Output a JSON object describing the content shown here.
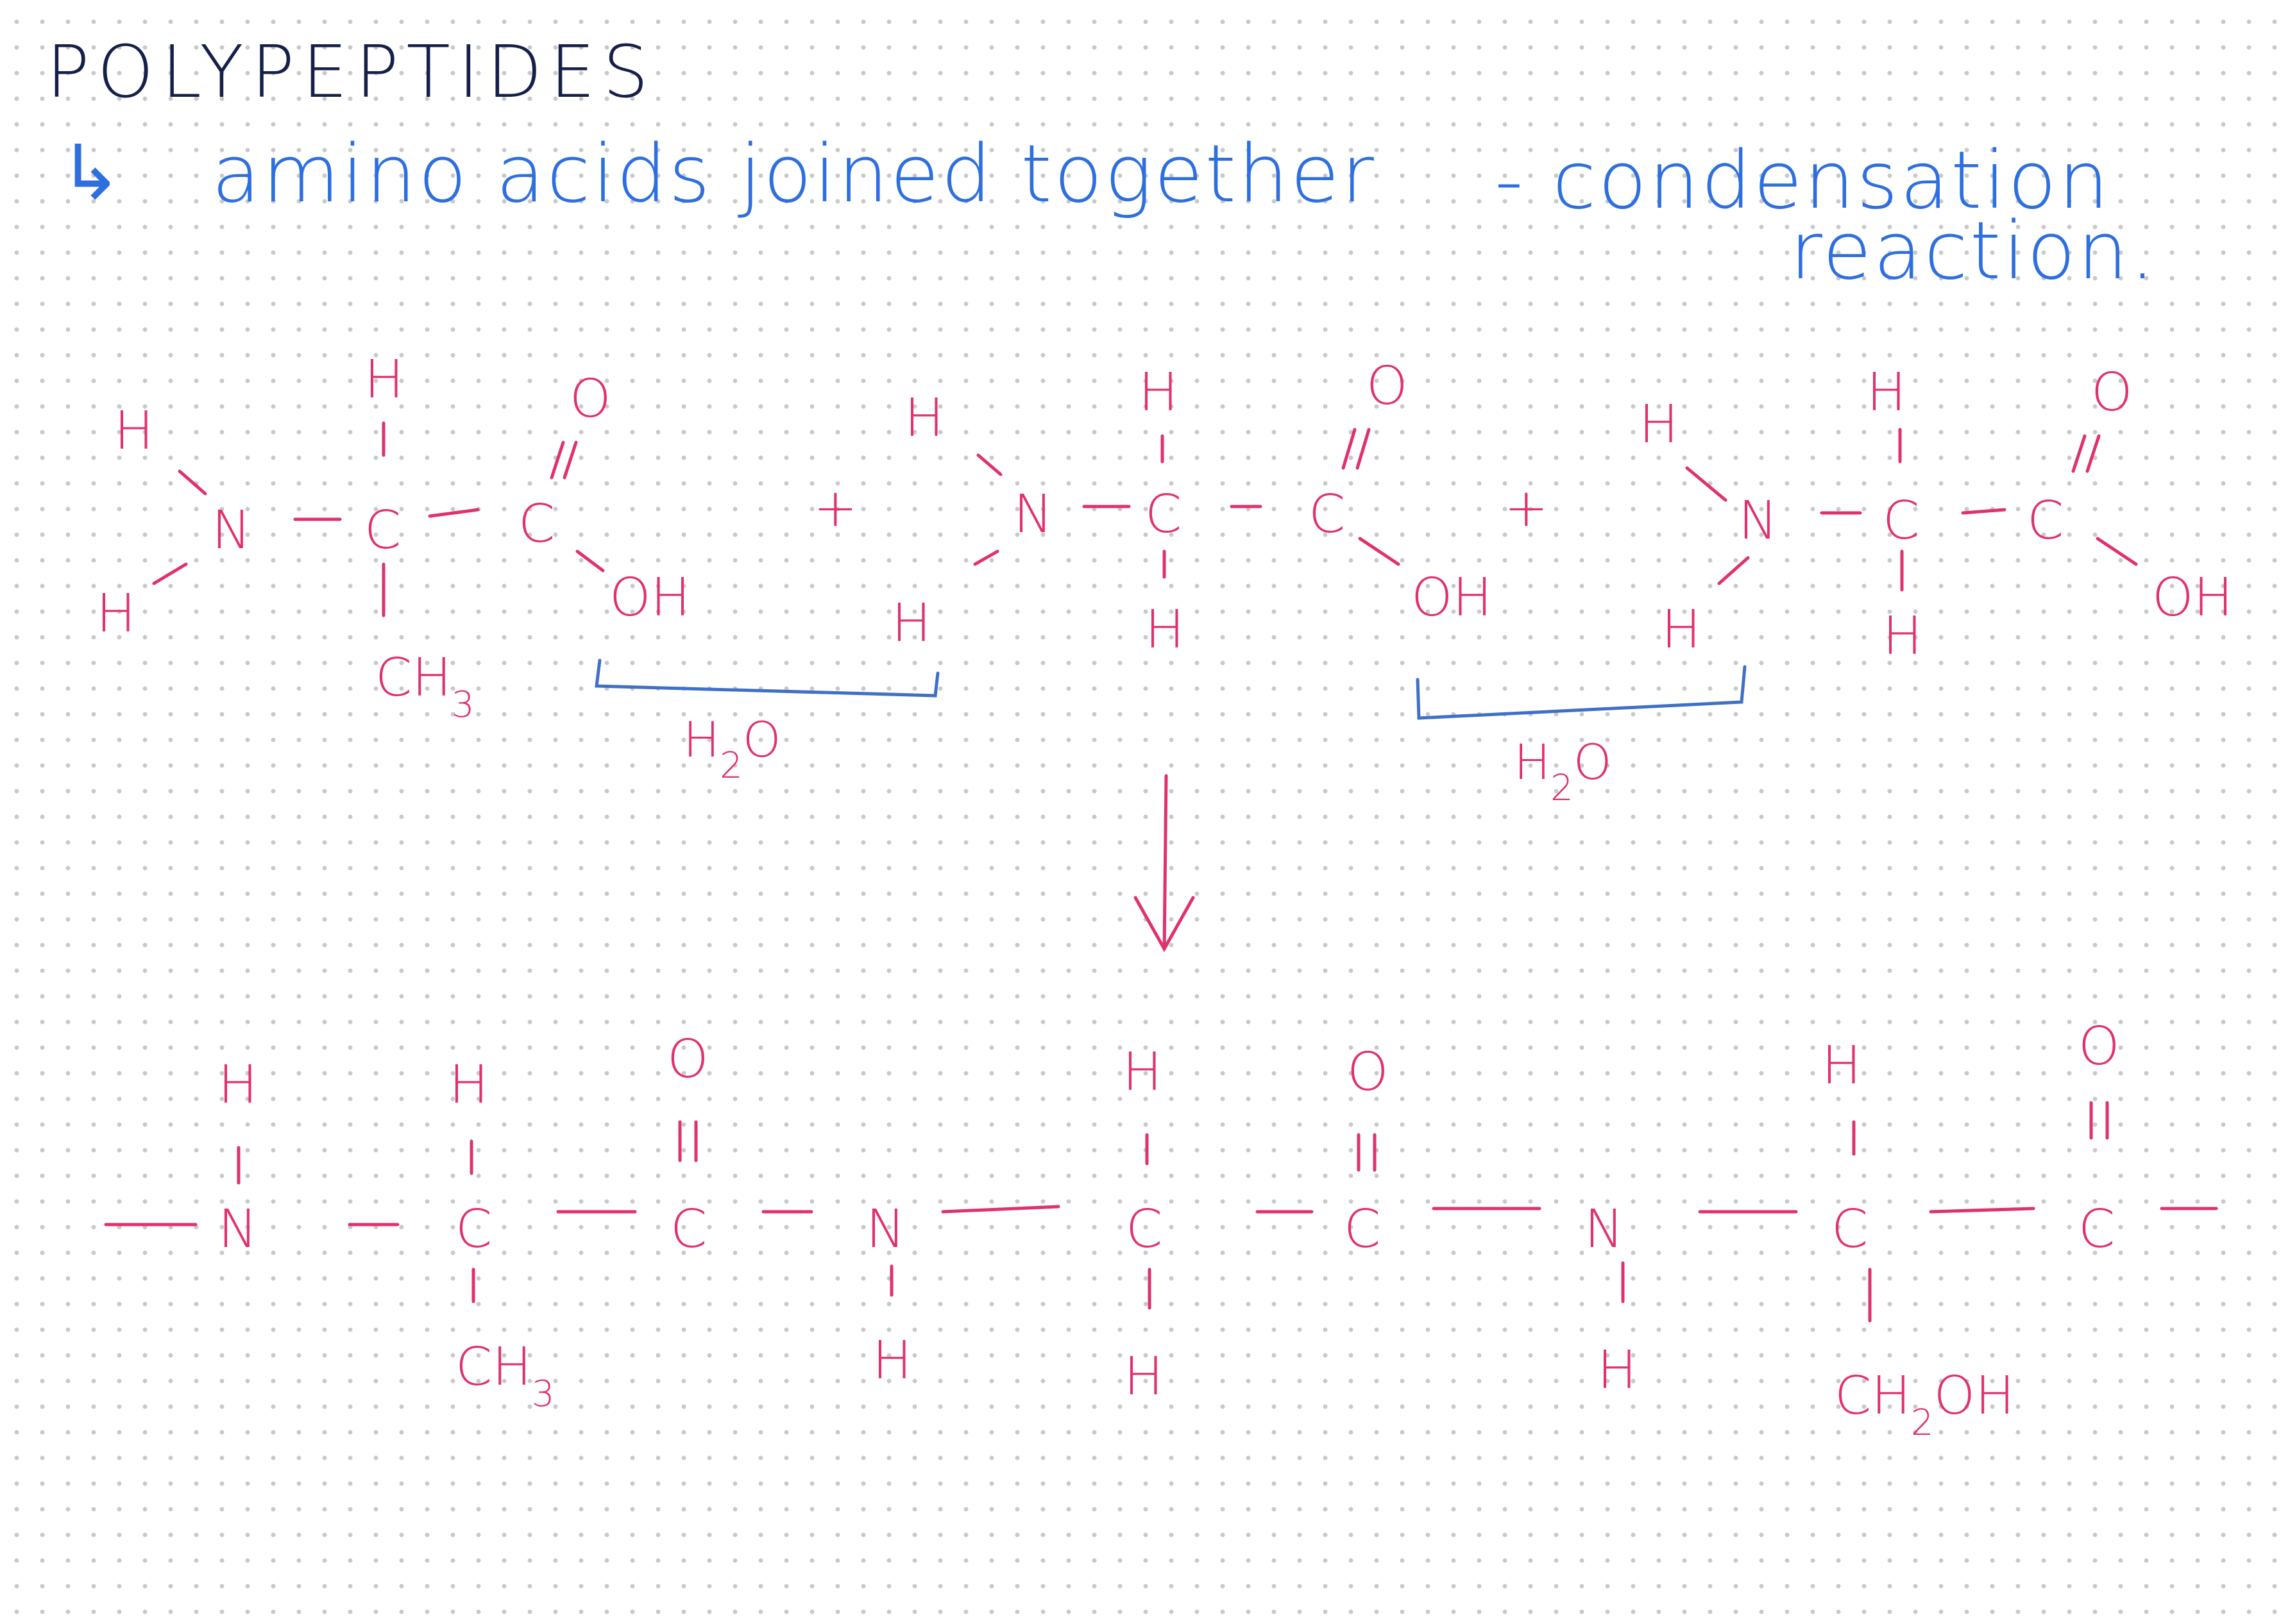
{
  "note": {
    "title": "POLYPEPTIDES",
    "arrow_glyph": "↳",
    "line1": "amino acids joined together",
    "line2": "- condensation",
    "line3": "reaction."
  },
  "reactants": [
    {
      "amino_acid": 1,
      "side_chain": "CH3"
    },
    {
      "amino_acid": 2,
      "side_chain": "H"
    },
    {
      "amino_acid": 3,
      "side_chain": "H"
    }
  ],
  "plus_sign": "+",
  "water_labels": [
    "H2O",
    "H2O"
  ],
  "product": {
    "side_chains": [
      "CH3",
      "H",
      "CH2OH"
    ]
  },
  "colors": {
    "ink_title": "#15204a",
    "ink_note": "#2e6fe0",
    "ink_structures": "#e0316e",
    "ink_brackets": "#3e6fc9",
    "grid_dots": "#c9c9c9"
  }
}
